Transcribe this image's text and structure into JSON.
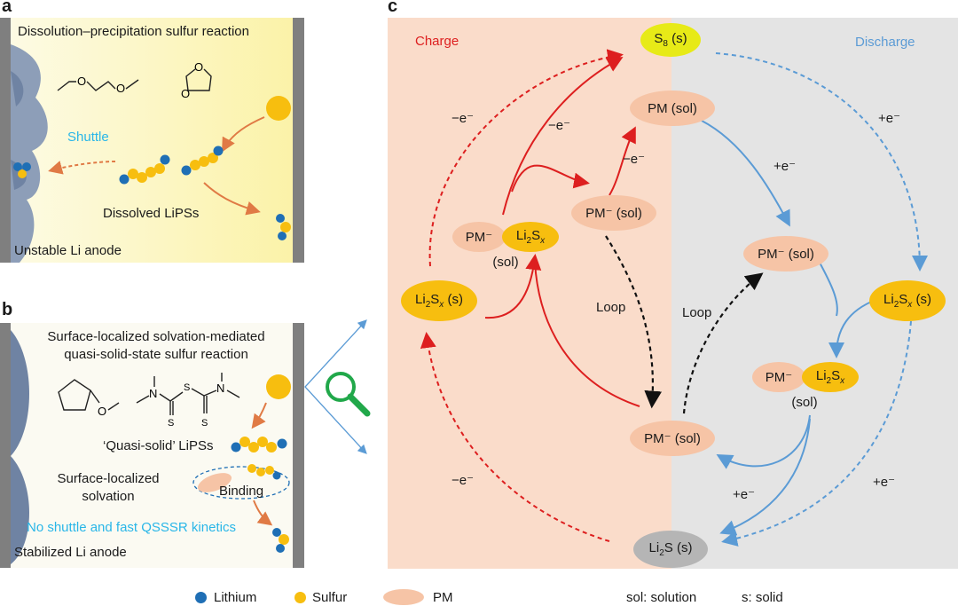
{
  "panels": {
    "a": {
      "letter": "a",
      "title": "Dissolution–precipitation sulfur reaction",
      "shuttle": "Shuttle",
      "dissolved": "Dissolved LiPSs",
      "anode": "Unstable Li anode"
    },
    "b": {
      "letter": "b",
      "title_line1": "Surface-localized solvation-mediated",
      "title_line2": "quasi-solid-state sulfur reaction",
      "quasi": "‘Quasi-solid’ LiPSs",
      "surface_line1": "Surface-localized",
      "surface_line2": "solvation",
      "binding": "Binding",
      "no_shuttle": "No shuttle and fast QSSSR kinetics",
      "anode": "Stabilized Li anode",
      "molecule_atom_s": "S"
    },
    "c": {
      "letter": "c",
      "charge": "Charge",
      "discharge": "Discharge",
      "s8": "S8 (s)",
      "pm_sol": "PM (sol)",
      "pm_minus_sol": "PM⁻ (sol)",
      "pm_minus": "PM⁻",
      "li2sx": "Li2Sx",
      "li2sx_s": "Li2Sx (s)",
      "sol": "(sol)",
      "li2s_s": "Li2S (s)",
      "loop": "Loop",
      "minus_e": "−e⁻",
      "plus_e": "+e⁻"
    }
  },
  "legend": {
    "lithium": "Lithium",
    "sulfur": "Sulfur",
    "pm": "PM",
    "sol_def": "sol: solution",
    "s_def": "s: solid"
  },
  "colors": {
    "lithium": "#1f6fb5",
    "sulfur": "#f7be0f",
    "pm": "#f6c4a6",
    "charge_arrow": "#dd1f1f",
    "discharge_arrow": "#5b9bd5",
    "shuttle_text": "#29b6e8",
    "charge_bg": "#fadcca",
    "discharge_bg": "#e4e4e4"
  }
}
